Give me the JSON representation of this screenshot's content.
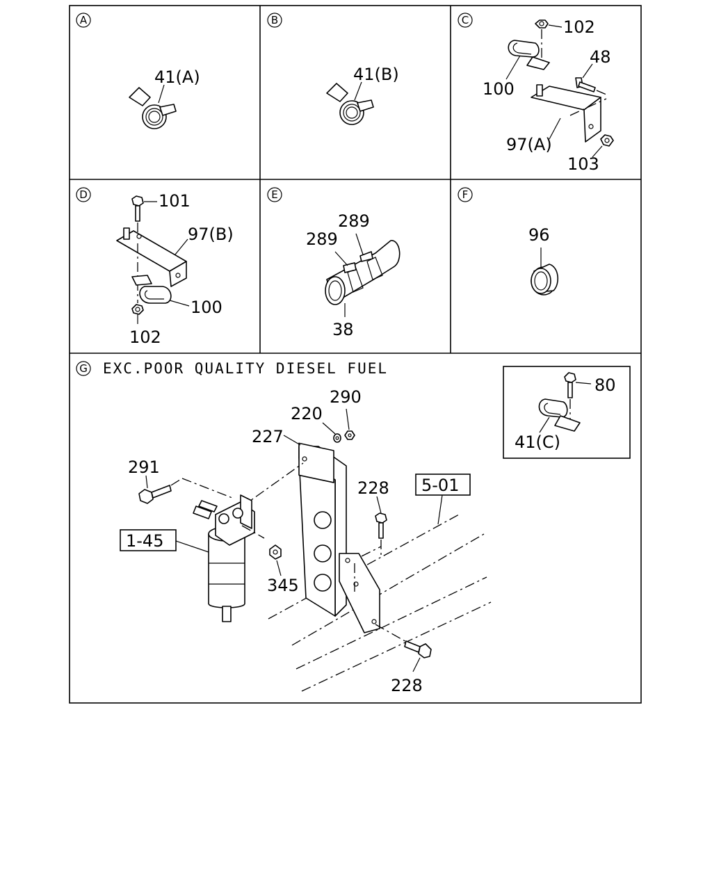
{
  "panels": {
    "a": {
      "letter": "A",
      "callouts": [
        "41(A)"
      ]
    },
    "b": {
      "letter": "B",
      "callouts": [
        "41(B)"
      ]
    },
    "c": {
      "letter": "C",
      "callouts": [
        "102",
        "48",
        "100",
        "97(A)",
        "103"
      ]
    },
    "d": {
      "letter": "D",
      "callouts": [
        "101",
        "97(B)",
        "100",
        "102"
      ]
    },
    "e": {
      "letter": "E",
      "callouts": [
        "289",
        "289",
        "38"
      ]
    },
    "f": {
      "letter": "F",
      "callouts": [
        "96"
      ]
    },
    "g": {
      "letter": "G",
      "caption": "EXC.POOR QUALITY DIESEL FUEL",
      "callouts": [
        "290",
        "220",
        "227",
        "291",
        "228",
        "345",
        "228"
      ],
      "boxed_refs": [
        "5-01",
        "1-45"
      ],
      "inset": {
        "callouts": [
          "80",
          "41(C)"
        ]
      }
    }
  }
}
